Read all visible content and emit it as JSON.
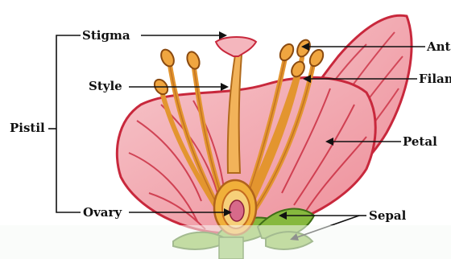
{
  "labels": {
    "stigma": "Stigma",
    "style": "Style",
    "pistil": "Pistil",
    "ovary": "Ovary",
    "anther": "Ant",
    "filament": "Filan",
    "petal": "Petal",
    "sepal": "Sepal"
  },
  "colors": {
    "petal_fill": "#f2a0aa",
    "petal_stroke": "#c8283c",
    "pistil": "#f3b25a",
    "ovary": "#e8922a",
    "sepal": "#7fae3a",
    "stigma": "#f4b6bd",
    "line": "#111111"
  }
}
